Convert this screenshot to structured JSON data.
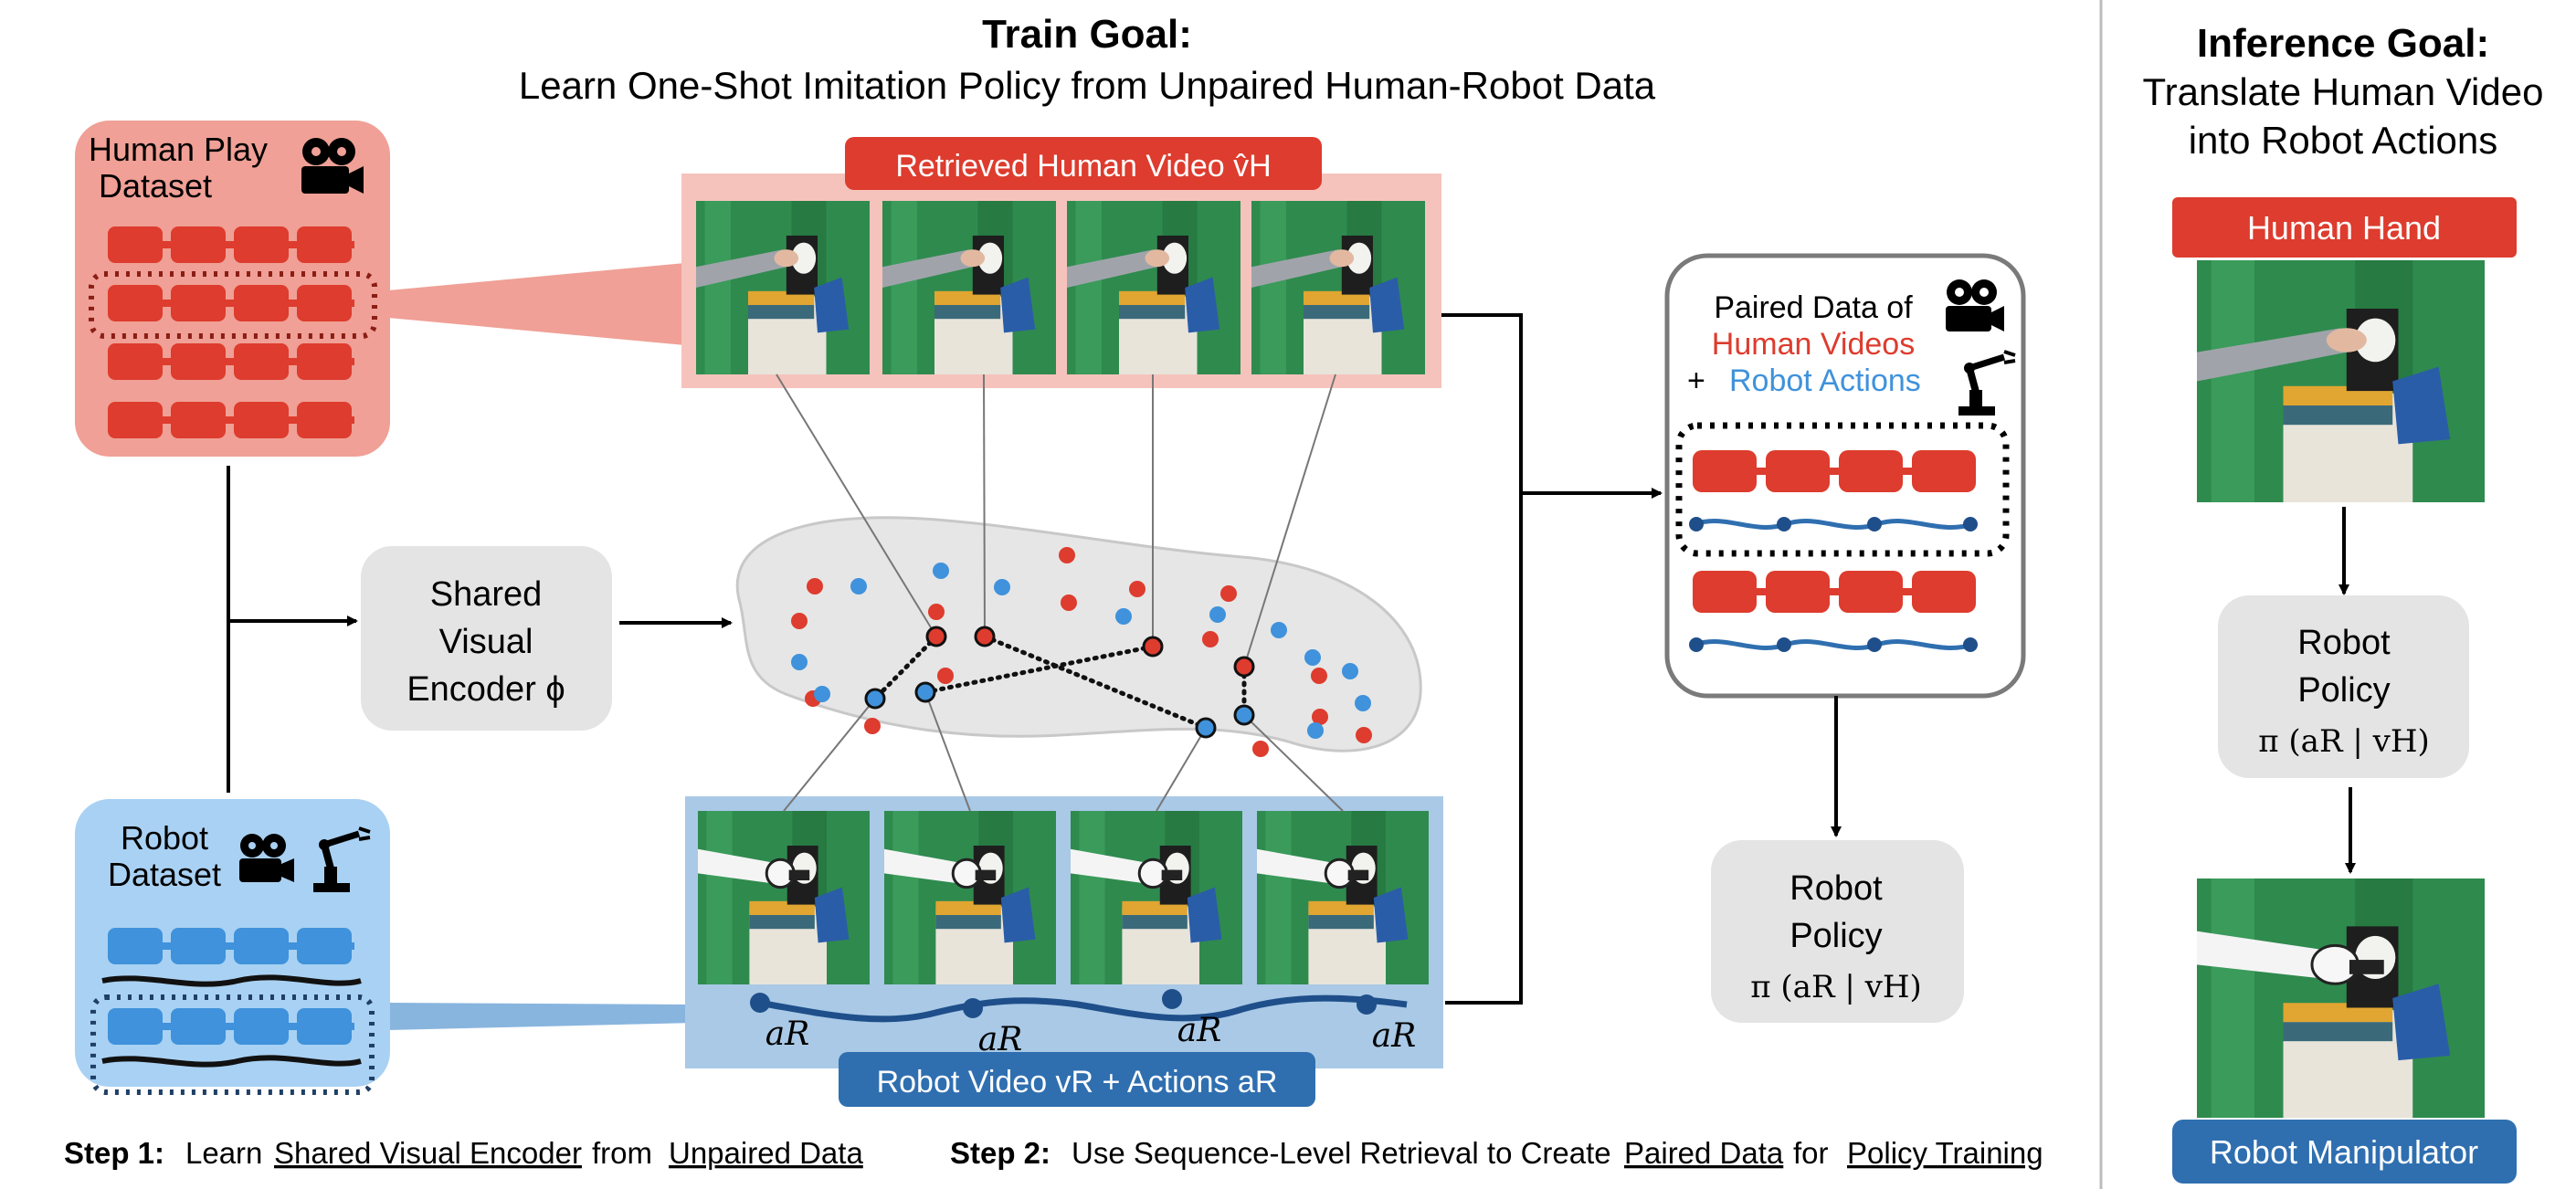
{
  "colors": {
    "red": "#dd3c2e",
    "red_light": "#f0a096",
    "red_soft": "#f6c3bc",
    "blue": "#3f92db",
    "blue_dark": "#2f6fb0",
    "blue_light": "#a9d1f3",
    "blue_panel": "#88b5de",
    "gray": "#e4e4e4",
    "navy": "#1f4f8a",
    "frame_green": "#2e8f4f"
  },
  "train": {
    "title": "Train Goal:",
    "subtitle": "Learn One-Shot Imitation Policy from Unpaired Human-Robot Data"
  },
  "inference": {
    "title": "Inference Goal:",
    "line1": "Translate Human Video",
    "line2": "into Robot Actions",
    "human_hand": "Human Hand",
    "policy_l1": "Robot",
    "policy_l2": "Policy",
    "policy_formula": "π (aR | vH)",
    "manipulator": "Robot Manipulator"
  },
  "human_dataset": {
    "line1": "Human Play",
    "line2": "Dataset",
    "icon": "camera-icon"
  },
  "robot_dataset": {
    "line1": "Robot",
    "line2": "Dataset",
    "icons": [
      "camera-icon",
      "robot-arm-icon"
    ]
  },
  "retrieved_label": "Retrieved Human Video v̂H",
  "robot_video_label": "Robot Video vR + Actions aR",
  "action_labels": [
    "aR",
    "aR",
    "aR",
    "aR"
  ],
  "encoder": {
    "line1": "Shared",
    "line2": "Visual",
    "line3": "Encoder ϕ"
  },
  "paired": {
    "line1": "Paired Data of",
    "line2": "Human Videos",
    "line3_prefix": "+ ",
    "line3": "Robot Actions"
  },
  "robot_policy": {
    "line1": "Robot",
    "line2": "Policy",
    "formula": "π (aR | vH)"
  },
  "step1": {
    "label": "Step 1:",
    "t1": "Learn",
    "u1": "Shared Visual Encoder",
    "t2": "from",
    "u2": "Unpaired Data"
  },
  "step2": {
    "label": "Step 2:",
    "t1": "Use Sequence-Level Retrieval to Create",
    "u1": "Paired Data",
    "t2": "for",
    "u2": "Policy Training"
  }
}
